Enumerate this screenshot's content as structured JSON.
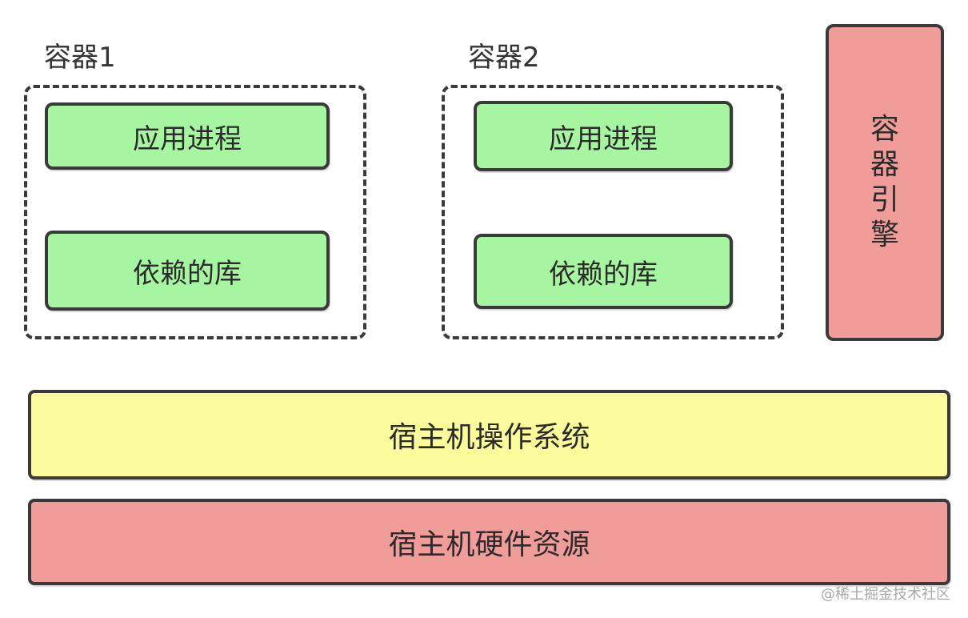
{
  "containers": [
    {
      "title": "容器1",
      "process": "应用进程",
      "libs": "依赖的库"
    },
    {
      "title": "容器2",
      "process": "应用进程",
      "libs": "依赖的库"
    }
  ],
  "engine": {
    "chars": [
      "容",
      "器",
      "引",
      "擎"
    ]
  },
  "host_os": "宿主机操作系统",
  "host_hardware": "宿主机硬件资源",
  "watermark": "@稀土掘金技术社区",
  "colors": {
    "process_fill": "#a6f5a0",
    "engine_fill": "#f09d9a",
    "os_fill": "#fbfb9b",
    "hardware_fill": "#f09d9a",
    "outline": "#3a3a3a"
  }
}
